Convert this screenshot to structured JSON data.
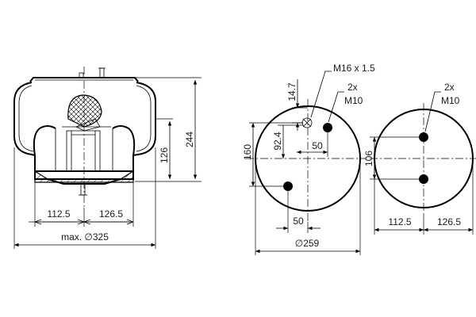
{
  "side_view": {
    "dims": {
      "height_total": "244",
      "height_lower": "126",
      "left_half": "112.5",
      "right_half": "126.5",
      "max_diameter": "max. ∅325"
    }
  },
  "top_plate": {
    "thread_label": "M16 x 1.5",
    "bolt_label_count": "2x",
    "bolt_label_size": "M10",
    "dims": {
      "offset_vertical": "14.7",
      "bolt_offset": "92.4",
      "bolt_spacing": "50",
      "height": "160",
      "lower_spacing": "50",
      "diameter": "∅259"
    }
  },
  "bottom_plate": {
    "bolt_label_count": "2x",
    "bolt_label_size": "M10",
    "dims": {
      "bolt_spacing": "106",
      "left_half": "112.5",
      "right_half": "126.5"
    }
  }
}
